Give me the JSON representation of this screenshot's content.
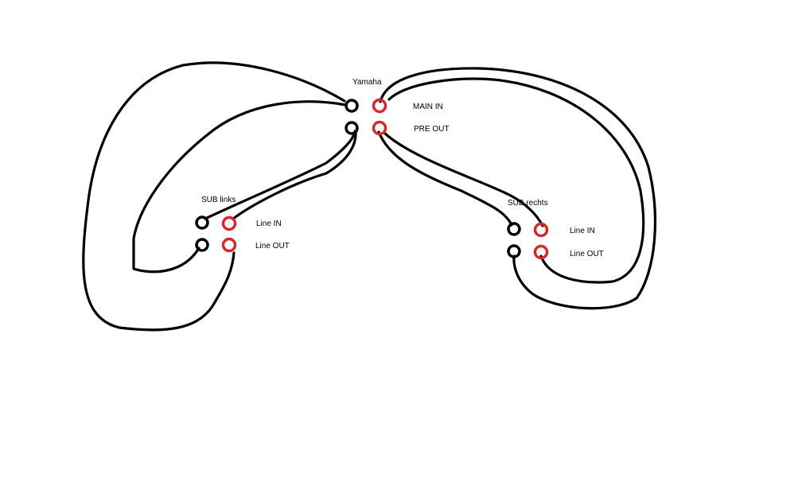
{
  "colors": {
    "black_jack": "#000000",
    "red_jack": "#d9262b",
    "wire": "#000000",
    "background": "#ffffff"
  },
  "amplifier": {
    "title": "Yamaha",
    "main_in_label": "MAIN IN",
    "pre_out_label": "PRE OUT"
  },
  "sub_left": {
    "title": "SUB links",
    "line_in_label": "Line IN",
    "line_out_label": "Line OUT"
  },
  "sub_right": {
    "title": "SUB rechts",
    "line_in_label": "Line IN",
    "line_out_label": "Line OUT"
  }
}
